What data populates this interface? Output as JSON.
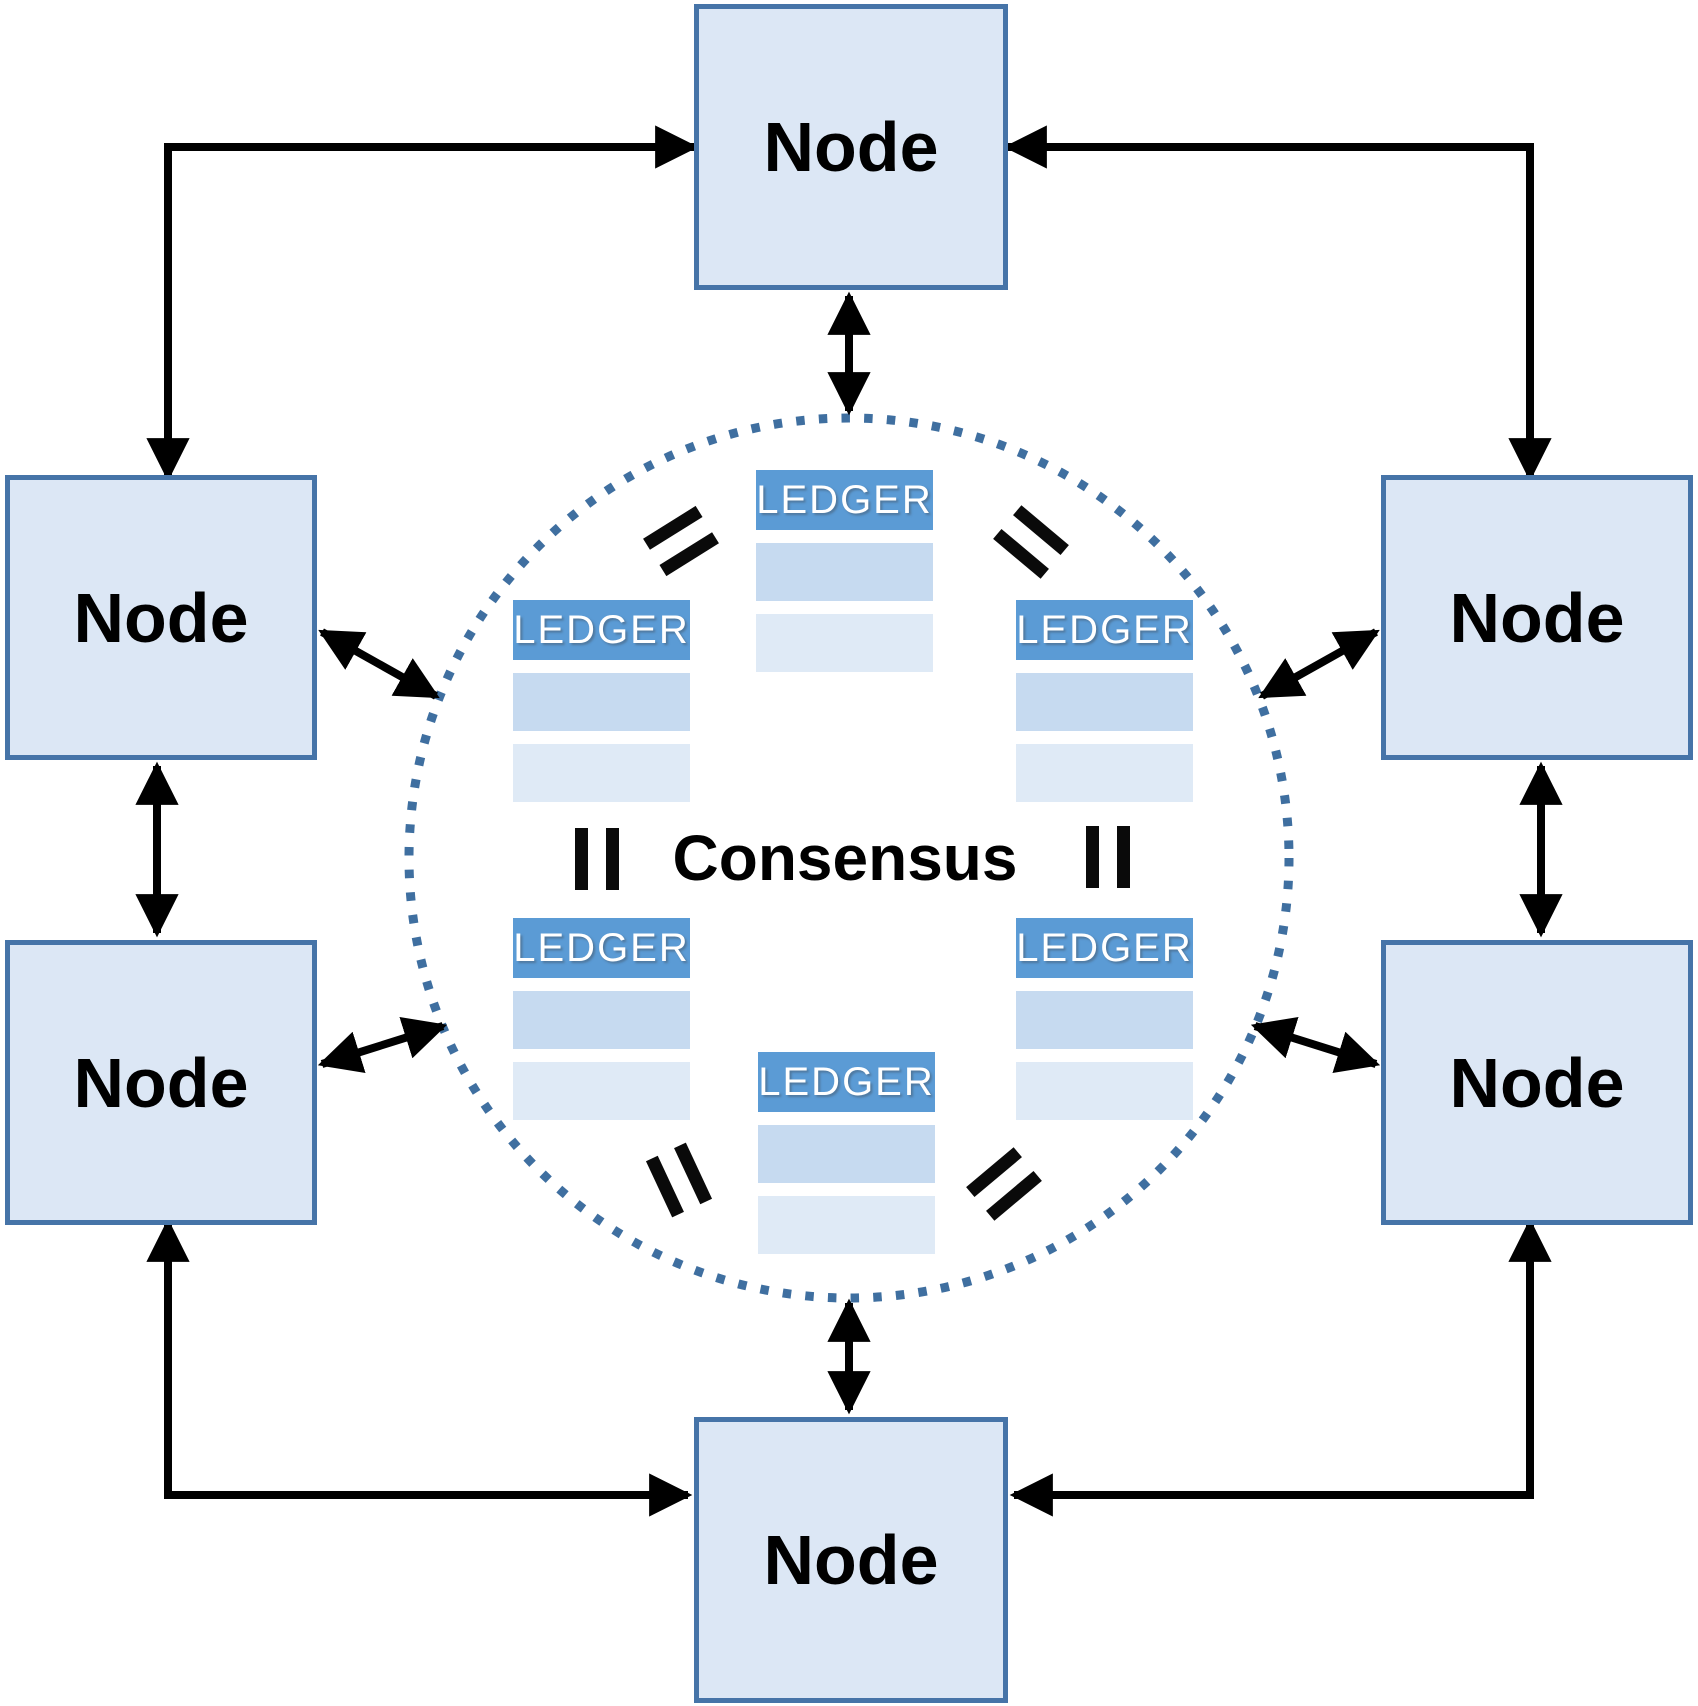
{
  "diagram_title": "Consensus",
  "nodes": [
    {
      "id": "top",
      "label": "Node"
    },
    {
      "id": "left-upper",
      "label": "Node"
    },
    {
      "id": "left-lower",
      "label": "Node"
    },
    {
      "id": "right-upper",
      "label": "Node"
    },
    {
      "id": "right-lower",
      "label": "Node"
    },
    {
      "id": "bottom",
      "label": "Node"
    }
  ],
  "ledgers": [
    {
      "id": "top",
      "label": "LEDGER"
    },
    {
      "id": "upper-left",
      "label": "LEDGER"
    },
    {
      "id": "upper-right",
      "label": "LEDGER"
    },
    {
      "id": "lower-left",
      "label": "LEDGER"
    },
    {
      "id": "lower-right",
      "label": "LEDGER"
    },
    {
      "id": "bottom",
      "label": "LEDGER"
    }
  ],
  "equals_marks": [
    {
      "id": "upper-left",
      "symbol": "="
    },
    {
      "id": "upper-right",
      "symbol": "="
    },
    {
      "id": "middle-left",
      "symbol": "="
    },
    {
      "id": "middle-right",
      "symbol": "="
    },
    {
      "id": "lower-left",
      "symbol": "="
    },
    {
      "id": "lower-right",
      "symbol": "="
    }
  ],
  "colors": {
    "node_fill": "#dce7f5",
    "node_border": "#4674a8",
    "ledger_header": "#5b9bd5",
    "ledger_row_primary": "#c6daf0",
    "ledger_row_secondary": "#dfeaf6",
    "dotted_ring": "#3f6fa0",
    "arrow": "#000000",
    "ledger_text": "#ffffff",
    "label_text": "#000000"
  }
}
